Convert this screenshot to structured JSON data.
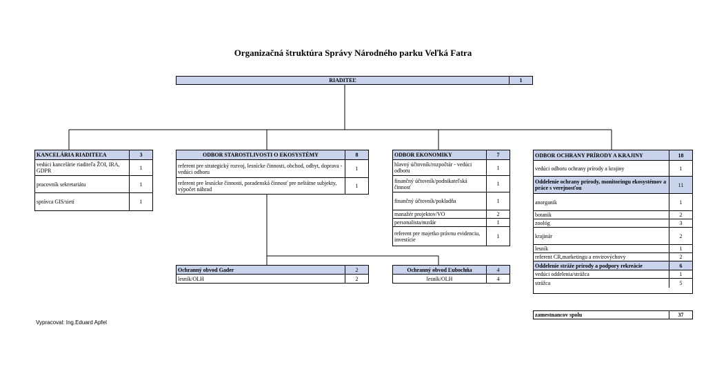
{
  "title": "Organizačná štruktúra Správy Národného parku Veľká Fatra",
  "director": {
    "label": "RIADITEĽ",
    "count": "1"
  },
  "kancelaria": {
    "header": {
      "label": "KANCELÁRIA RIADITEĽA",
      "count": "3"
    },
    "rows": [
      {
        "label": "vedúci kancelárie riaditeľa ŽOI, IRA, GDPR",
        "count": "1"
      },
      {
        "label": "pracovník sekretariátu",
        "count": "1"
      },
      {
        "label": "správca GIS/sietí",
        "count": "1"
      }
    ]
  },
  "starostlivost": {
    "header": {
      "label": "ODBOR STAROSTLIVOSTI O EKOSYSTÉMY",
      "count": "8"
    },
    "rows": [
      {
        "label": "referent pre strategický rozvoj, lesnícke činnosti, obchod, odbyt, doprava - vedúci odboru",
        "count": "1"
      },
      {
        "label": "referent pre lesnícke činnosti, poradenská činnosť pre neštátne subjekty, výpočet náhrad",
        "count": "1"
      }
    ]
  },
  "ekonomika": {
    "header": {
      "label": "ODBOR EKONOMIKY",
      "count": "7"
    },
    "rows": [
      {
        "label": "hlavný účtovník/rozpočtár - vedúci odboru",
        "count": "1"
      },
      {
        "label": "finančný účtovník/podnikateľská činnosť",
        "count": "1"
      },
      {
        "label": "finančný účtovník/pokladňa",
        "count": "1"
      },
      {
        "label": "manažér projektov/VO",
        "count": "2"
      },
      {
        "label": "personalista/mzdár",
        "count": "1"
      },
      {
        "label": "referent pre majetko právnu evidenciu, investície",
        "count": "1"
      }
    ]
  },
  "ochrana": {
    "header": {
      "label": "ODBOR OCHRANY PRÍRODY A KRAJINY",
      "count": "18"
    },
    "rows": [
      {
        "label": "vedúci odboru ochrany prírody a krajiny",
        "count": "1"
      },
      {
        "label": "Oddelenie ochrany prírody, monitoringu ekosystémov a práce s verejnosťou",
        "count": "11"
      },
      {
        "label": "anorganik",
        "count": "1"
      },
      {
        "label": "botanik",
        "count": "2"
      },
      {
        "label": "zoológ",
        "count": "3"
      },
      {
        "label": "krajinár",
        "count": "2"
      },
      {
        "label": "lesník",
        "count": "1"
      },
      {
        "label": "referent CR,marketingu a envirovýchovy",
        "count": "2"
      },
      {
        "label": "Oddelenie stráže prírody a podpory rekreácie",
        "count": "6"
      },
      {
        "label": "vedúci oddelenia/strážca",
        "count": "1"
      },
      {
        "label": "strážca",
        "count": "5"
      }
    ]
  },
  "gader": {
    "header": {
      "label": "Ochranný obvod Gader",
      "count": "2"
    },
    "rows": [
      {
        "label": "lesník/OLH",
        "count": "2"
      }
    ]
  },
  "lubochna": {
    "header": {
      "label": "Ochranný obvod Ľubochňa",
      "count": "4"
    },
    "rows": [
      {
        "label": "lesník/OLH",
        "count": "4"
      }
    ]
  },
  "total": {
    "label": "zamestnancov spolu",
    "count": "37"
  },
  "footer": "Vypracoval: Ing.Eduard Apfel"
}
